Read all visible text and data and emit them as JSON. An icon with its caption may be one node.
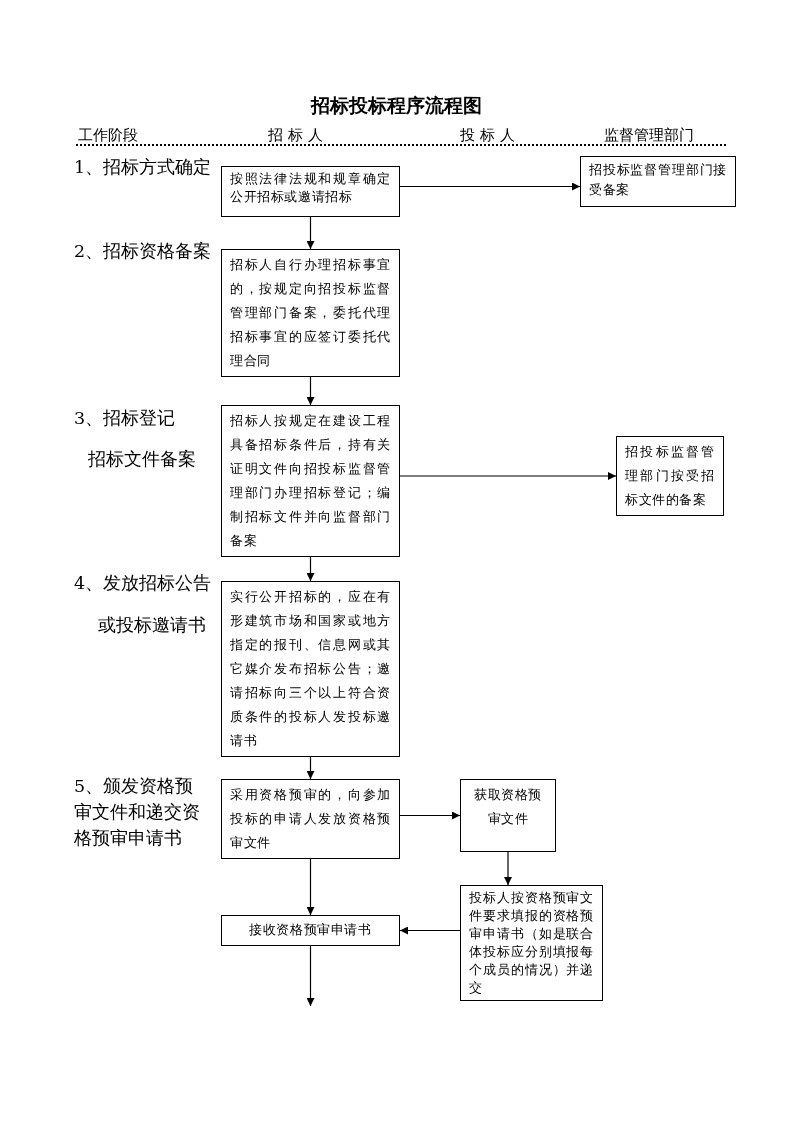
{
  "diagram": {
    "title": "招标投标程序流程图",
    "nodes": [
      {
        "text": [
          "按照法律法规和规章确定公开招标或邀请招标"
        ]
      },
      {
        "text": [
          "招投标监督管理部门接受备案"
        ]
      },
      {
        "text": [
          "招标人自行办理招标事宜的，按规定向招投标监督管理部门备案，委托代理招标事宜的应签订委托代理合同"
        ]
      },
      {
        "text": [
          "招标人按规定在建设工程具备招标条件后，持有关证明文件向招投标监督管理部门办理招标登记；编制招标文件并向监督部门备案"
        ]
      },
      {
        "text": [
          "招投标监督管理部门按受招标文件的备案"
        ]
      },
      {
        "text": [
          "实行公开招标的，应在有形建筑市场和国家或地方指定的报刊、信息网或其它媒介发布招标公告；邀请招标向三个以上符合资质条件的投标人发投标邀请书"
        ]
      },
      {
        "text": [
          "采用资格预审的，向参加投标的申请人发放资格预审文件"
        ]
      },
      {
        "text": [
          "获取资格预审文件"
        ]
      },
      {
        "text": [
          "接收资格预审申请书"
        ]
      },
      {
        "text": [
          "投标人按资格预审文件要求填报的资格预审申请书（如是联合体投标应分别填报每个成员的情况）并递交"
        ]
      }
    ],
    "edges": [
      {
        "from": 0,
        "to": 1,
        "arrow": "to"
      },
      {
        "from": 0,
        "to": 2,
        "arrow": "to"
      },
      {
        "from": 2,
        "to": 3,
        "arrow": "to"
      },
      {
        "from": 3,
        "to": 4,
        "arrow": "to"
      },
      {
        "from": 3,
        "to": 5,
        "arrow": "to"
      },
      {
        "from": 5,
        "to": 6,
        "arrow": "to"
      },
      {
        "from": 6,
        "to": 7,
        "arrow": "to"
      },
      {
        "from": 6,
        "to": 8,
        "arrow": "to"
      },
      {
        "from": 7,
        "to": 9,
        "arrow": "to"
      },
      {
        "from": 9,
        "to": 8,
        "arrow": "to"
      },
      {
        "from": 8,
        "to": null,
        "arrow": "to"
      }
    ],
    "labels": [
      "工作阶段",
      "招 标 人",
      "投 标 人",
      "监督管理部门",
      "1、招标方式确定",
      "2、招标资格备案",
      "3、招标登记",
      "招标文件备案",
      "4、发放招标公告",
      "或投标邀请书",
      "5、颁发资格预审文件和递交资格预审申请书"
    ]
  }
}
